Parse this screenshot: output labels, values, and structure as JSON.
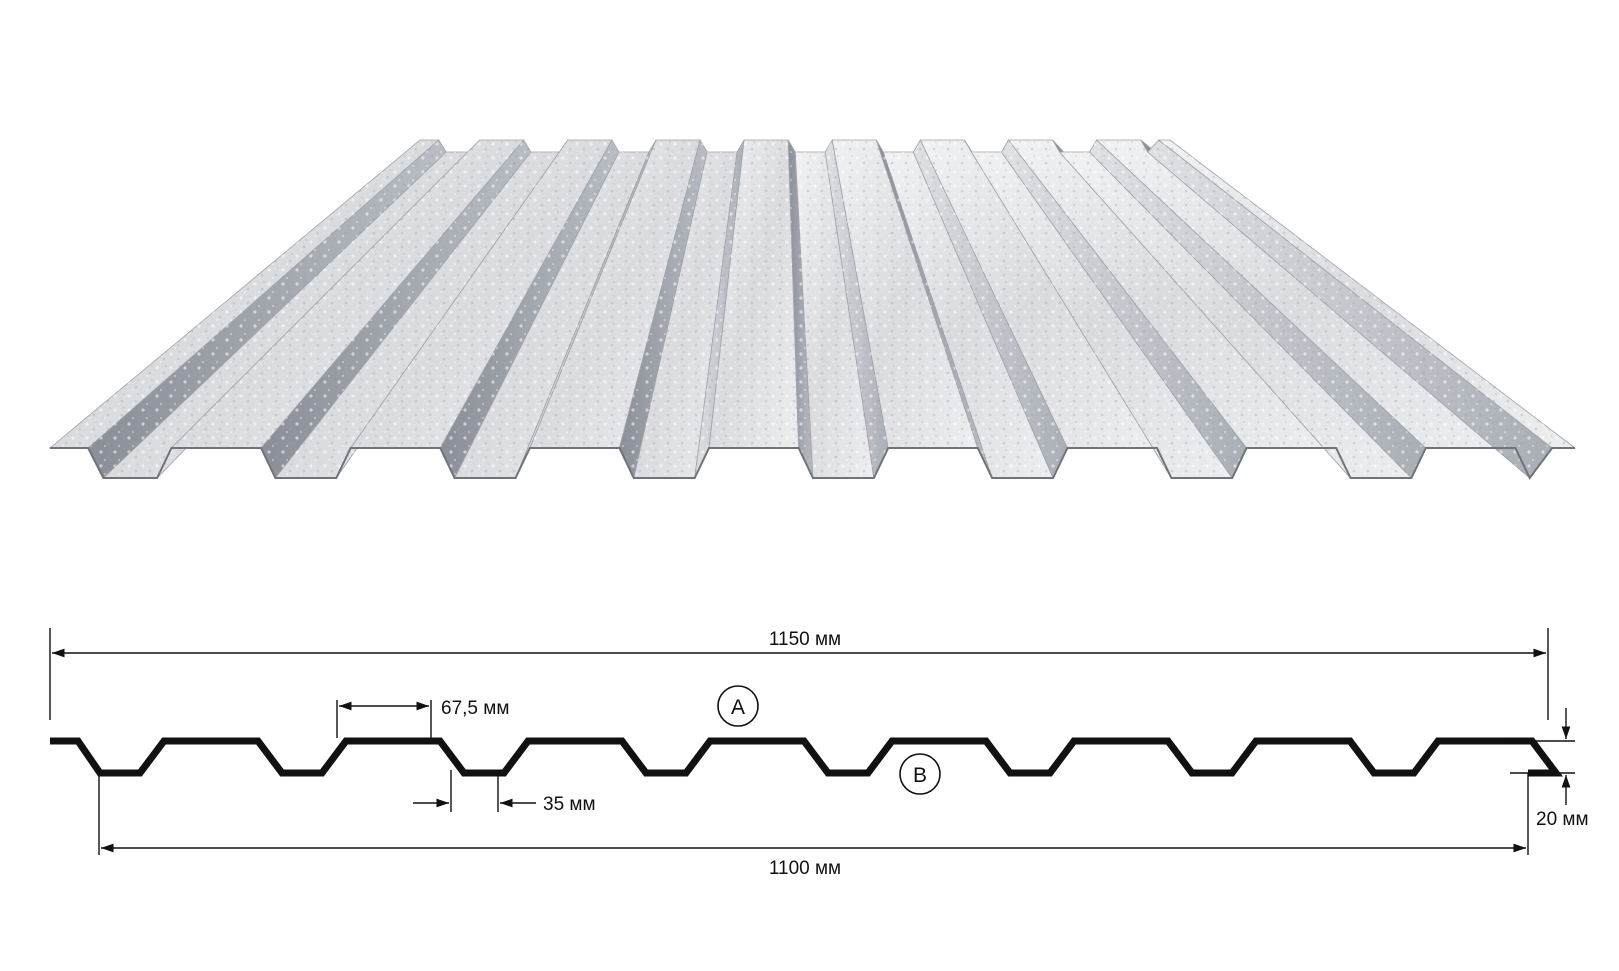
{
  "colors": {
    "background": "#ffffff",
    "line": "#111111",
    "metal_light": "#e9eaed",
    "metal_mid": "#c6c9cf",
    "metal_dark": "#8e939b"
  },
  "sheet": {
    "ribs": 8
  },
  "profile": {
    "ribs": 8
  },
  "dimensions": {
    "overall_width": "1150 мм",
    "useful_width": "1100 мм",
    "rib_top": "67,5 мм",
    "rib_bottom": "35 мм",
    "height": "20 мм"
  },
  "markers": {
    "top_face": "A",
    "bottom_face": "B"
  }
}
